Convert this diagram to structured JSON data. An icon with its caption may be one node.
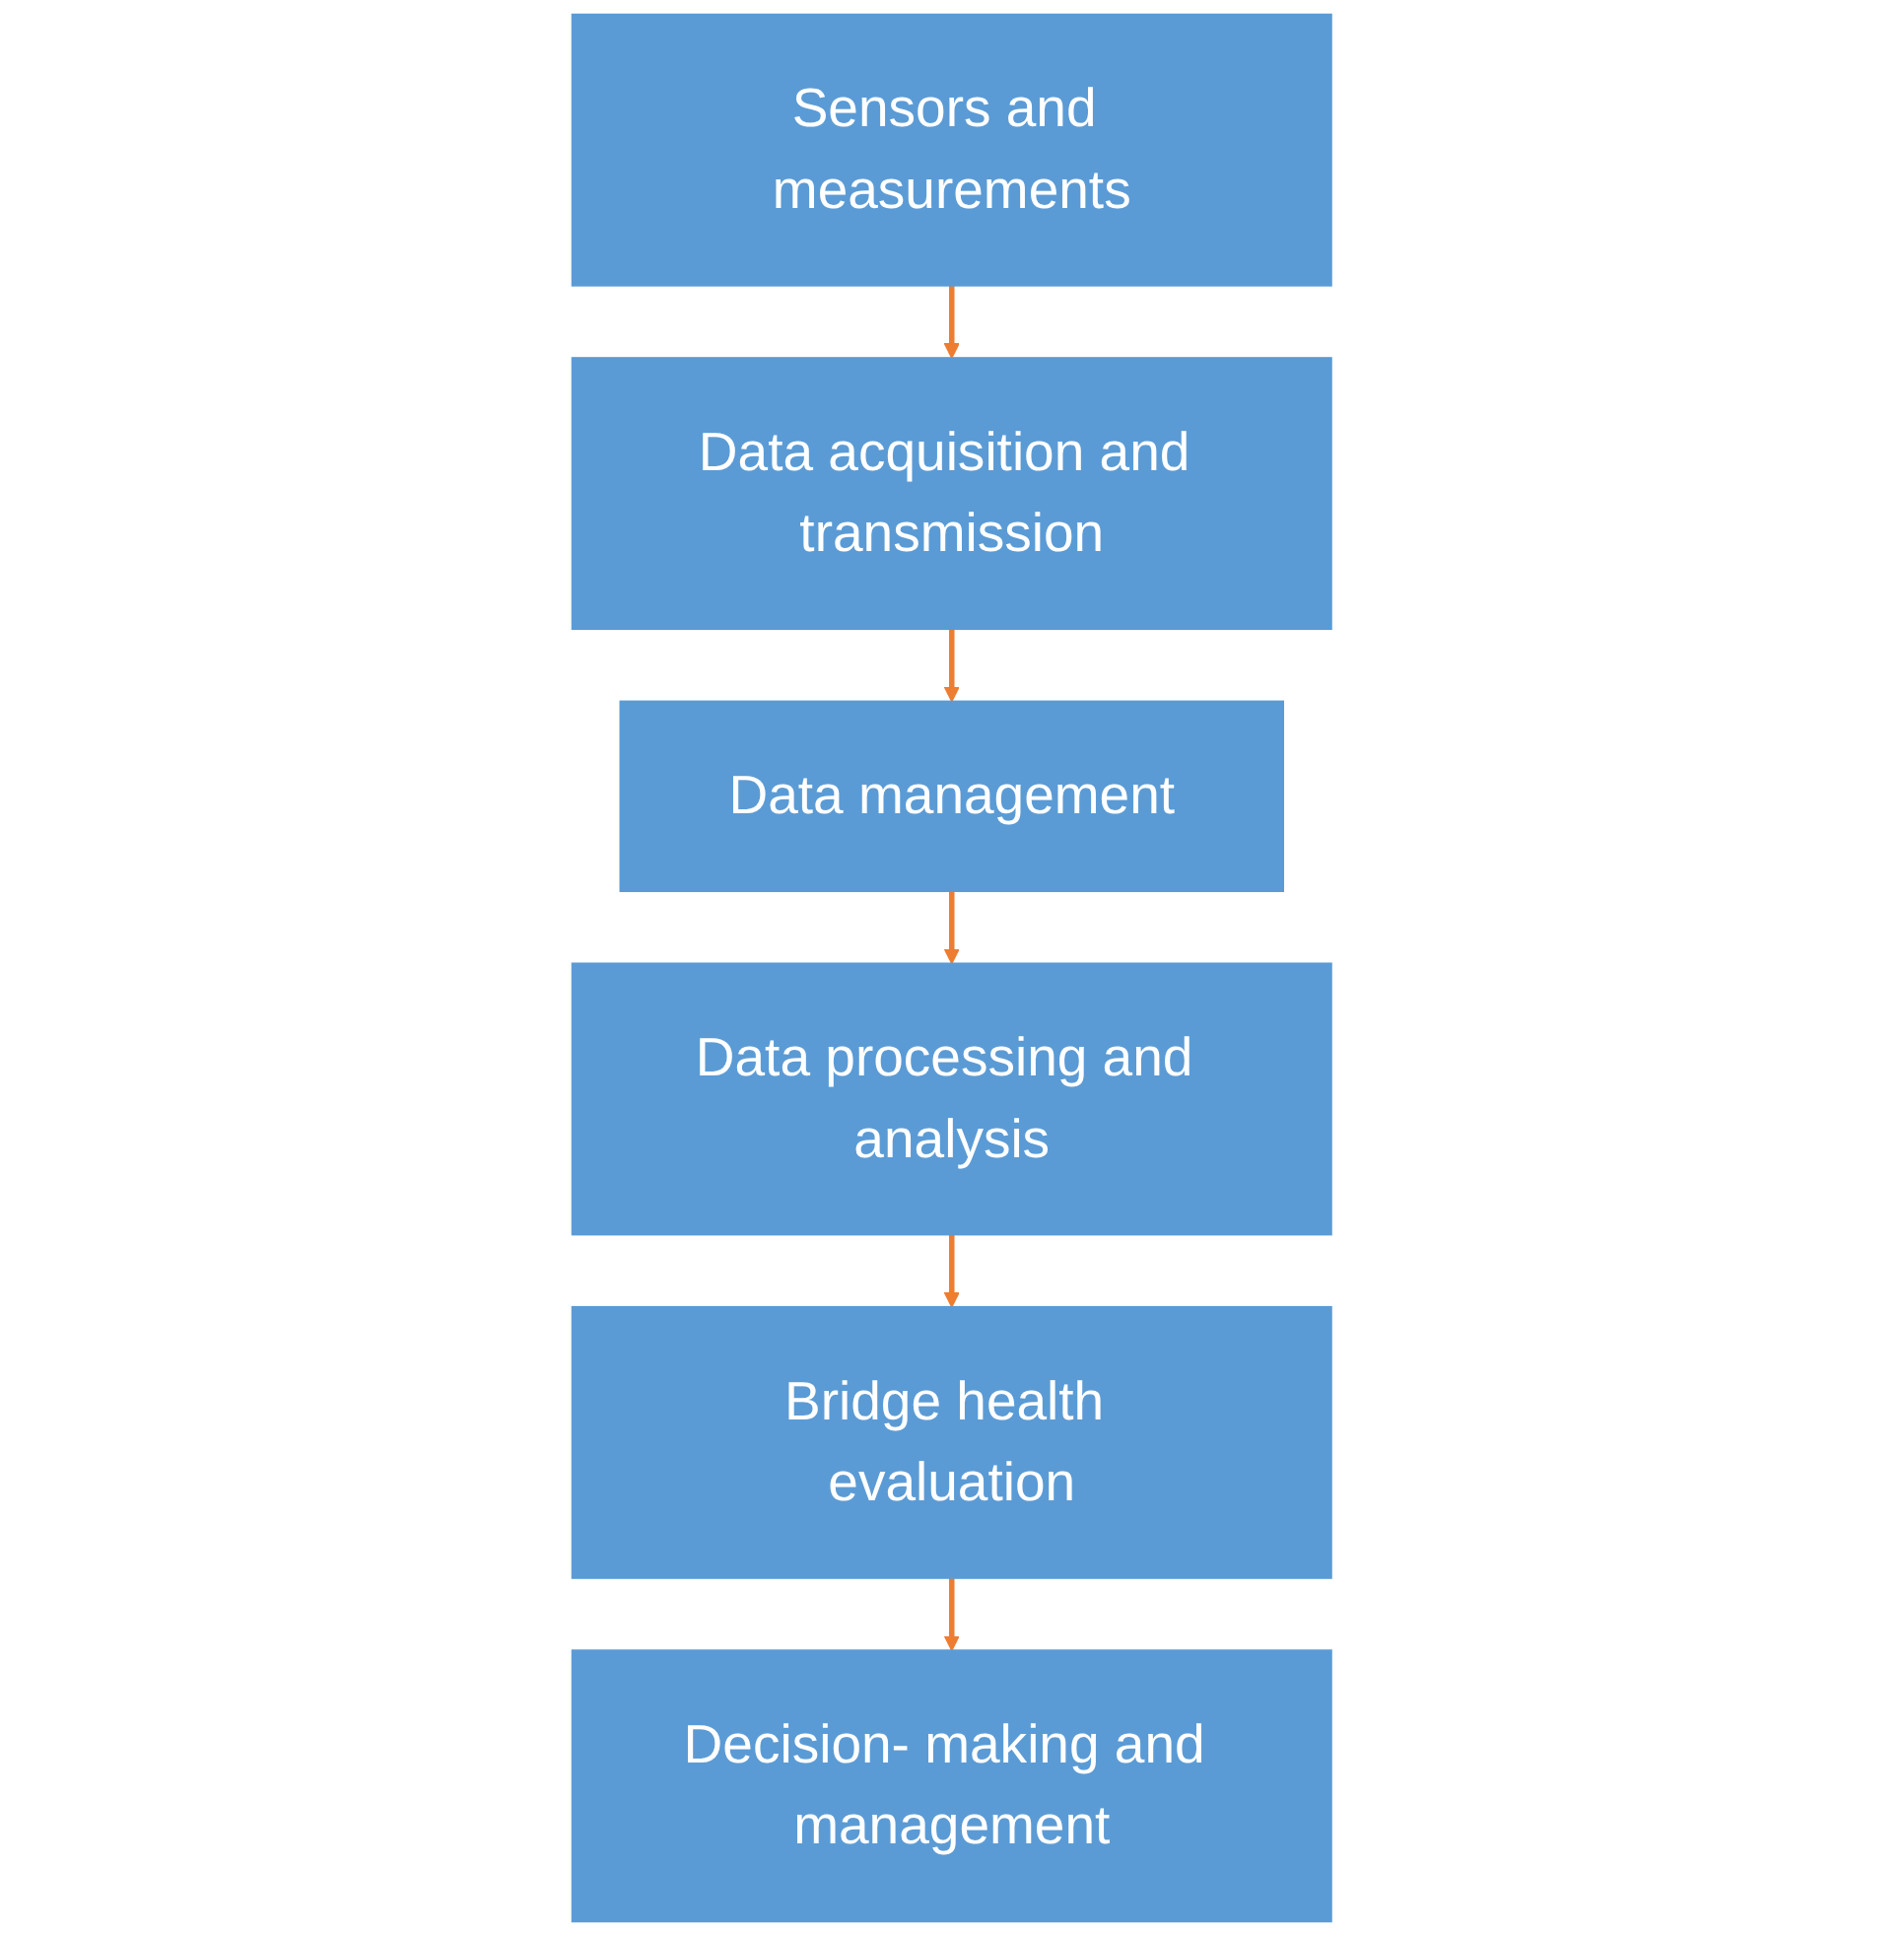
{
  "diagram": {
    "nodes": [
      {
        "text": [
          "Sensors and measurements"
        ]
      },
      {
        "text": [
          "Data acquisition and transmission"
        ]
      },
      {
        "text": [
          "Data management"
        ]
      },
      {
        "text": [
          "Data processing and analysis"
        ]
      },
      {
        "text": [
          "Bridge health evaluation"
        ]
      },
      {
        "text": [
          "Decision- making and management"
        ]
      }
    ],
    "edges": [
      {
        "from": 0,
        "to": 1,
        "arrow": "to"
      },
      {
        "from": 1,
        "to": 2,
        "arrow": "to"
      },
      {
        "from": 2,
        "to": 3,
        "arrow": "to"
      },
      {
        "from": 3,
        "to": 4,
        "arrow": "to"
      },
      {
        "from": 4,
        "to": 5,
        "arrow": "to"
      }
    ]
  }
}
